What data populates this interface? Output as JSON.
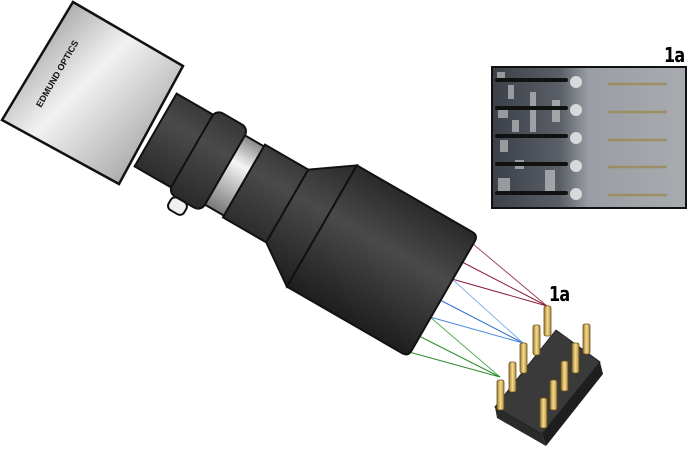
{
  "diagram": {
    "camera": {
      "brand_text": "EDMUND OPTICS",
      "body_color": "#c8c8c8",
      "lens_color": "#353535"
    },
    "inset": {
      "label": "1a",
      "description": "magnified view of IC pins"
    },
    "chip": {
      "label": "1a",
      "pin_color": "#d8b45a",
      "body_color": "#3a3a3a"
    },
    "rays": {
      "colors": [
        "#8a1f3a",
        "#3a7bd5",
        "#2e8b2e"
      ]
    }
  }
}
